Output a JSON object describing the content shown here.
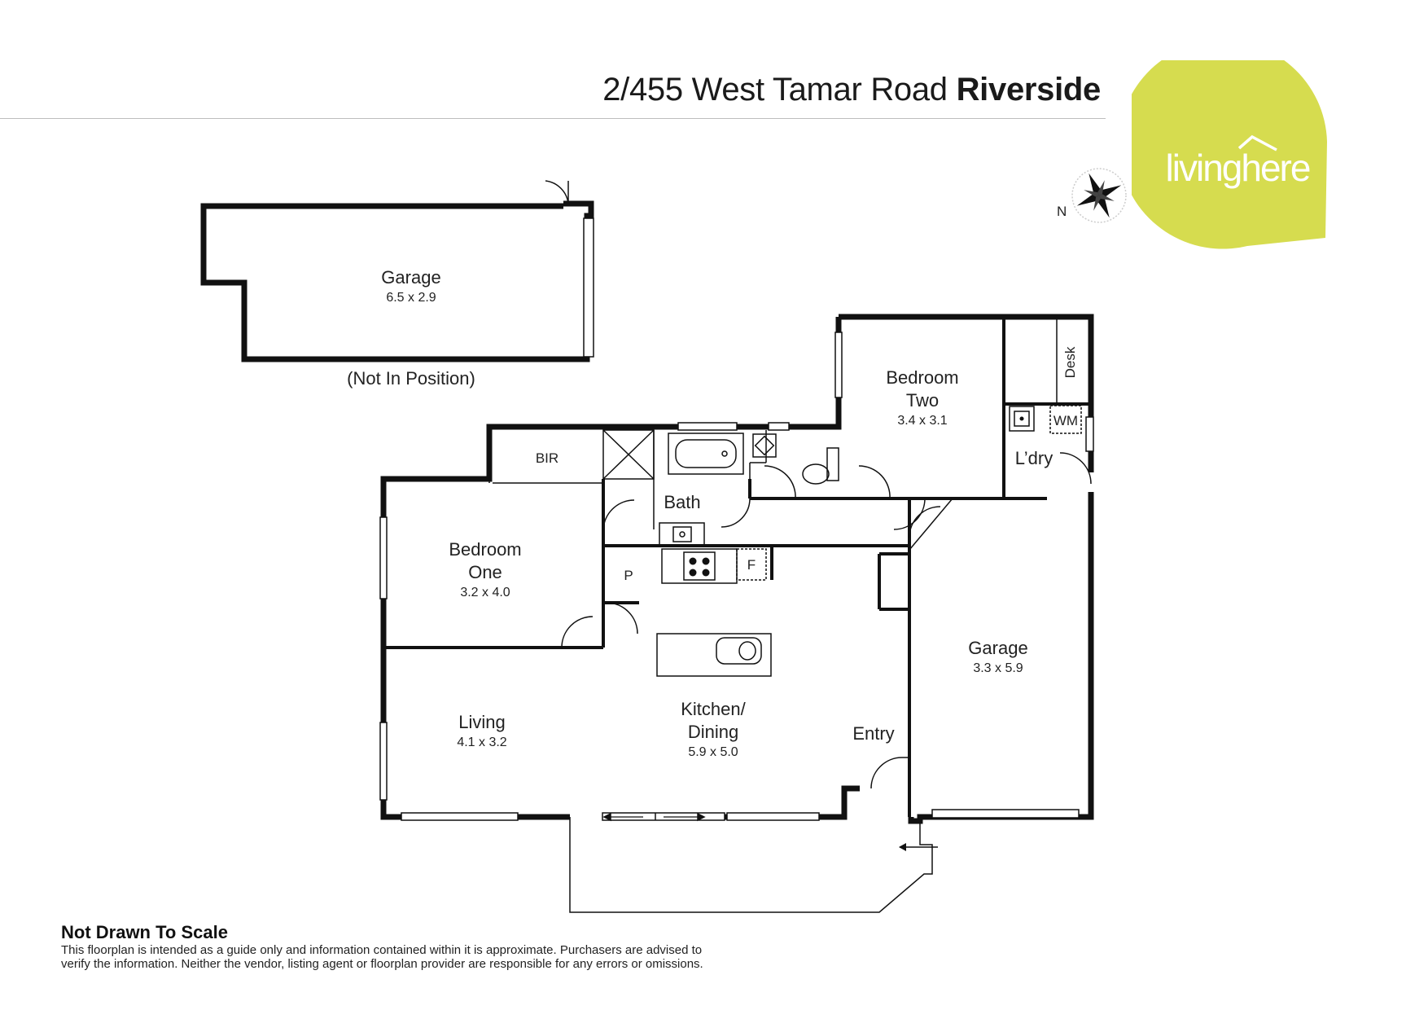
{
  "header": {
    "address": "2/455 West Tamar Road",
    "suburb": "Riverside"
  },
  "brand": {
    "logo_text_a": "living",
    "logo_text_b": "here",
    "color": "#d6dc4f"
  },
  "compass": {
    "label": "N"
  },
  "rooms": {
    "garage_detached": {
      "name": "Garage",
      "size": "6.5 x 2.9",
      "note": "(Not In Position)"
    },
    "bedroom_two": {
      "name_1": "Bedroom",
      "name_2": "Two",
      "size": "3.4 x 3.1"
    },
    "bedroom_one": {
      "name_1": "Bedroom",
      "name_2": "One",
      "size": "3.2 x 4.0"
    },
    "bath": {
      "name": "Bath"
    },
    "laundry": {
      "name": "L’dry"
    },
    "living": {
      "name": "Living",
      "size": "4.1 x 3.2"
    },
    "kitchen_dining": {
      "name_1": "Kitchen/",
      "name_2": "Dining",
      "size": "5.9 x 5.0"
    },
    "entry": {
      "name": "Entry"
    },
    "garage": {
      "name": "Garage",
      "size": "3.3 x 5.9"
    }
  },
  "fixtures": {
    "bir": "BIR",
    "pantry": "P",
    "fridge": "F",
    "washing_machine": "WM",
    "desk": "Desk"
  },
  "disclaimer": {
    "title": "Not Drawn To Scale",
    "line_1": "This floorplan is intended as a guide only and information contained within it is approximate. Purchasers are advised to",
    "line_2": "verify the information. Neither the vendor, listing agent or floorplan provider are responsible for any errors or omissions."
  }
}
